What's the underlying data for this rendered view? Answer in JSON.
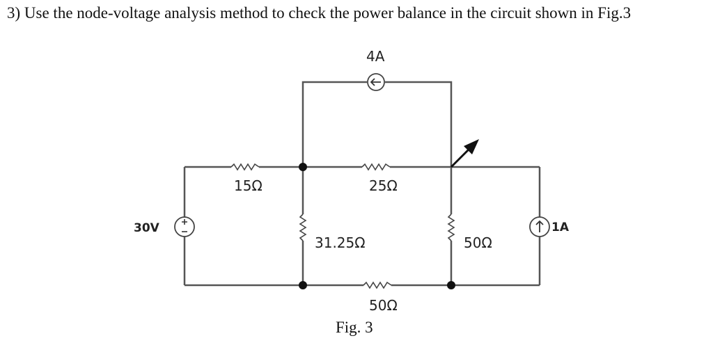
{
  "question": "3) Use the node-voltage analysis method to check the power balance in the circuit shown in Fig.3",
  "figure_caption": "Fig. 3",
  "components": {
    "current_source_top": "4A",
    "resistor_15": "15Ω",
    "resistor_25": "25Ω",
    "resistor_31_25": "31.25Ω",
    "resistor_50_right": "50Ω",
    "resistor_50_bottom": "50Ω",
    "voltage_source": "30V",
    "current_source_right": "1A"
  }
}
